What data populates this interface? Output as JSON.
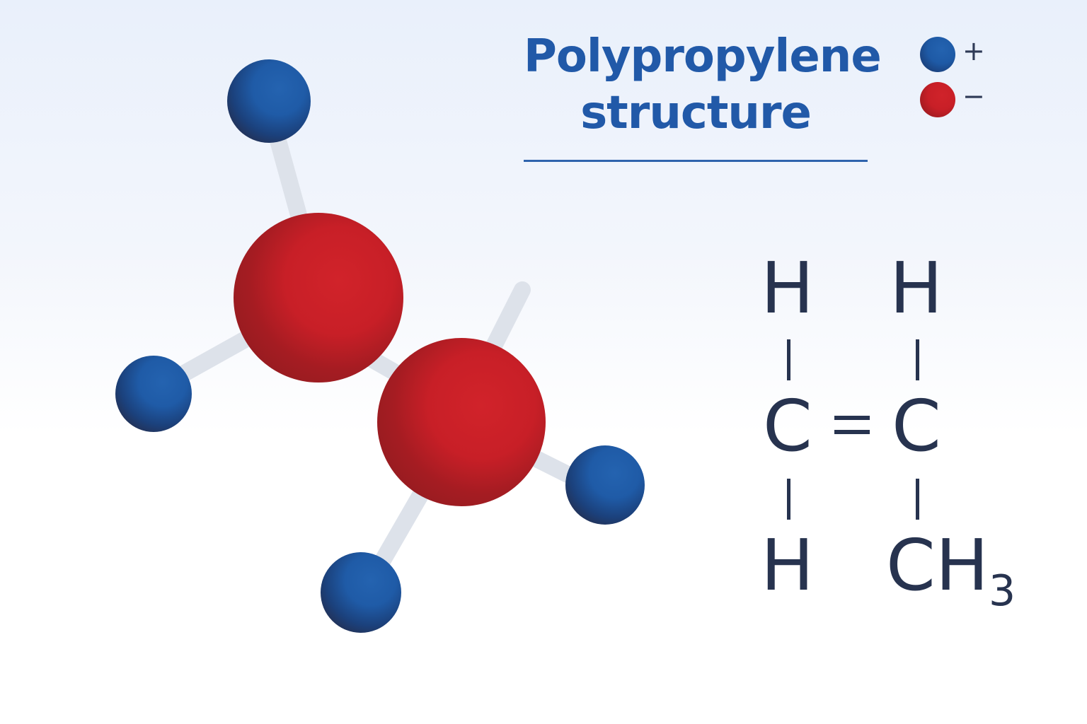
{
  "header": {
    "title_line1": "Polypropylene",
    "title_line2": "structure"
  },
  "legend": {
    "items": [
      {
        "color_name": "blue",
        "color": "#1e5aa6",
        "sign": "+"
      },
      {
        "color_name": "red",
        "color": "#c81f27",
        "sign": "−"
      }
    ]
  },
  "formula": {
    "top_left": "H",
    "top_right": "H",
    "middle_left": "C",
    "middle_bond": "=",
    "middle_right": "C",
    "bottom_left": "H",
    "bottom_right_main": "CH",
    "bottom_right_sub": "3"
  },
  "colors": {
    "title": "#2159a8",
    "formula_text": "#27334f",
    "atom_positive": "#1e5aa6",
    "atom_negative": "#c81f27",
    "bond": "#e4e8ef"
  }
}
